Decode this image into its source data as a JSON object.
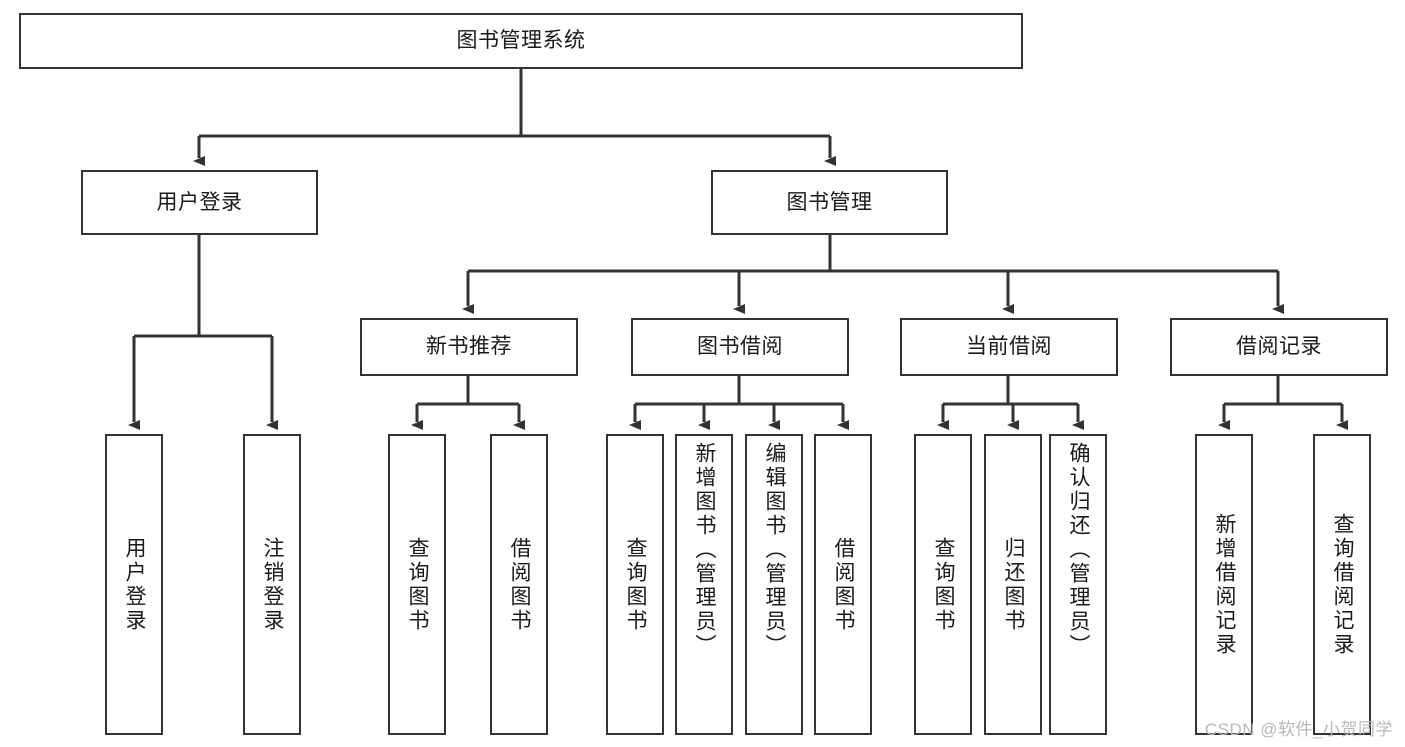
{
  "diagram": {
    "type": "tree-hierarchy",
    "title": "图书管理系统",
    "watermark": "CSDN @软件_小贺同学",
    "colors": {
      "box_border": "#333333",
      "box_fill": "#ffffff",
      "connector": "#333333",
      "text": "#1a1a1a",
      "watermark": "#b8b8b8",
      "background": "#ffffff"
    },
    "levels": {
      "root": {
        "label": "图书管理系统"
      },
      "level2": [
        {
          "id": "user-login",
          "label": "用户登录"
        },
        {
          "id": "book-management",
          "label": "图书管理"
        }
      ],
      "level3": [
        {
          "id": "new-book-recommend",
          "label": "新书推荐",
          "parent": "book-management"
        },
        {
          "id": "book-borrow",
          "label": "图书借阅",
          "parent": "book-management"
        },
        {
          "id": "current-borrow",
          "label": "当前借阅",
          "parent": "book-management"
        },
        {
          "id": "borrow-record",
          "label": "借阅记录",
          "parent": "book-management"
        }
      ],
      "leaves": {
        "user-login": [
          {
            "id": "leaf-user-login",
            "label": "用户登录"
          },
          {
            "id": "leaf-logout",
            "label": "注销登录"
          }
        ],
        "new-book-recommend": [
          {
            "id": "leaf-query-book-1",
            "label": "查询图书"
          },
          {
            "id": "leaf-borrow-book-1",
            "label": "借阅图书"
          }
        ],
        "book-borrow": [
          {
            "id": "leaf-query-book-2",
            "label": "查询图书"
          },
          {
            "id": "leaf-add-book",
            "label": "新增图书（管理员）"
          },
          {
            "id": "leaf-edit-book",
            "label": "编辑图书（管理员）"
          },
          {
            "id": "leaf-borrow-book-2",
            "label": "借阅图书"
          }
        ],
        "current-borrow": [
          {
            "id": "leaf-query-book-3",
            "label": "查询图书"
          },
          {
            "id": "leaf-return-book",
            "label": "归还图书"
          },
          {
            "id": "leaf-confirm-return",
            "label": "确认归还（管理员）"
          }
        ],
        "borrow-record": [
          {
            "id": "leaf-add-record",
            "label": "新增借阅记录"
          },
          {
            "id": "leaf-query-record",
            "label": "查询借阅记录"
          }
        ]
      }
    }
  }
}
